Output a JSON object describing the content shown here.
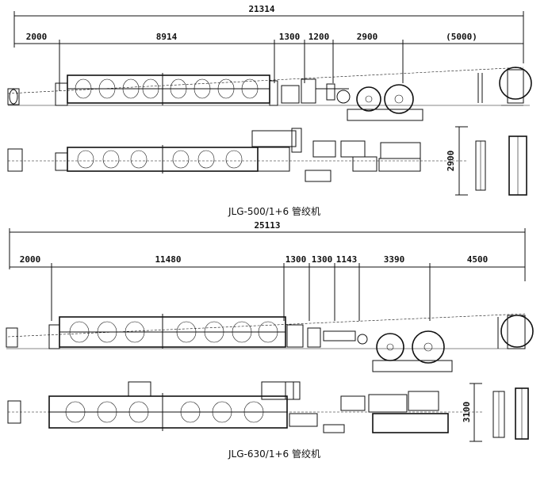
{
  "machine_a": {
    "total": "21314",
    "dims": [
      "2000",
      "8914",
      "1300",
      "1200",
      "2900",
      "(5000)"
    ],
    "width": "2900",
    "caption": "JLG-500/1+6 管绞机"
  },
  "machine_b": {
    "total": "25113",
    "dims": [
      "2000",
      "11480",
      "1300",
      "1300",
      "1143",
      "3390",
      "4500"
    ],
    "width": "3100",
    "caption": "JLG-630/1+6 管绞机"
  }
}
